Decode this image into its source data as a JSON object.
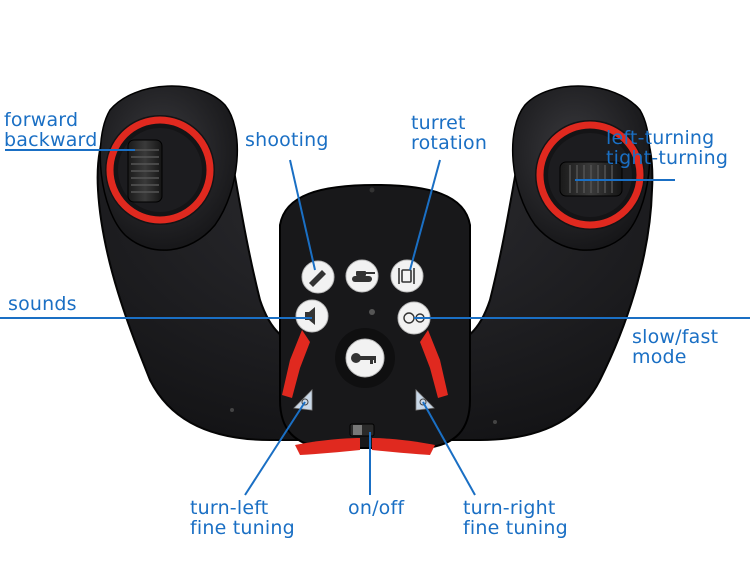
{
  "colors": {
    "label_blue": "#1a6fc4",
    "body_black": "#1c1c1e",
    "accent_red": "#e0291f",
    "button_white": "#f2f2f2"
  },
  "labels": {
    "forward_backward": [
      "forward",
      "backward"
    ],
    "shooting": "shooting",
    "turret_rotation": [
      "turret",
      "rotation"
    ],
    "left_right_turning": [
      "left-turning",
      "tight-turning"
    ],
    "sounds": "sounds",
    "slow_fast_mode": [
      "slow/fast",
      "mode"
    ],
    "turn_left_fine_tuning": [
      "turn-left",
      "fine tuning"
    ],
    "on_off": "on/off",
    "turn_right_fine_tuning": [
      "turn-right",
      "fine tuning"
    ]
  },
  "buttons": {
    "shoot": "bullet-icon",
    "tank": "tank-icon",
    "turret": "turret-icon",
    "sound": "speaker-icon",
    "speed": "gear-icon",
    "key": "key-icon"
  }
}
